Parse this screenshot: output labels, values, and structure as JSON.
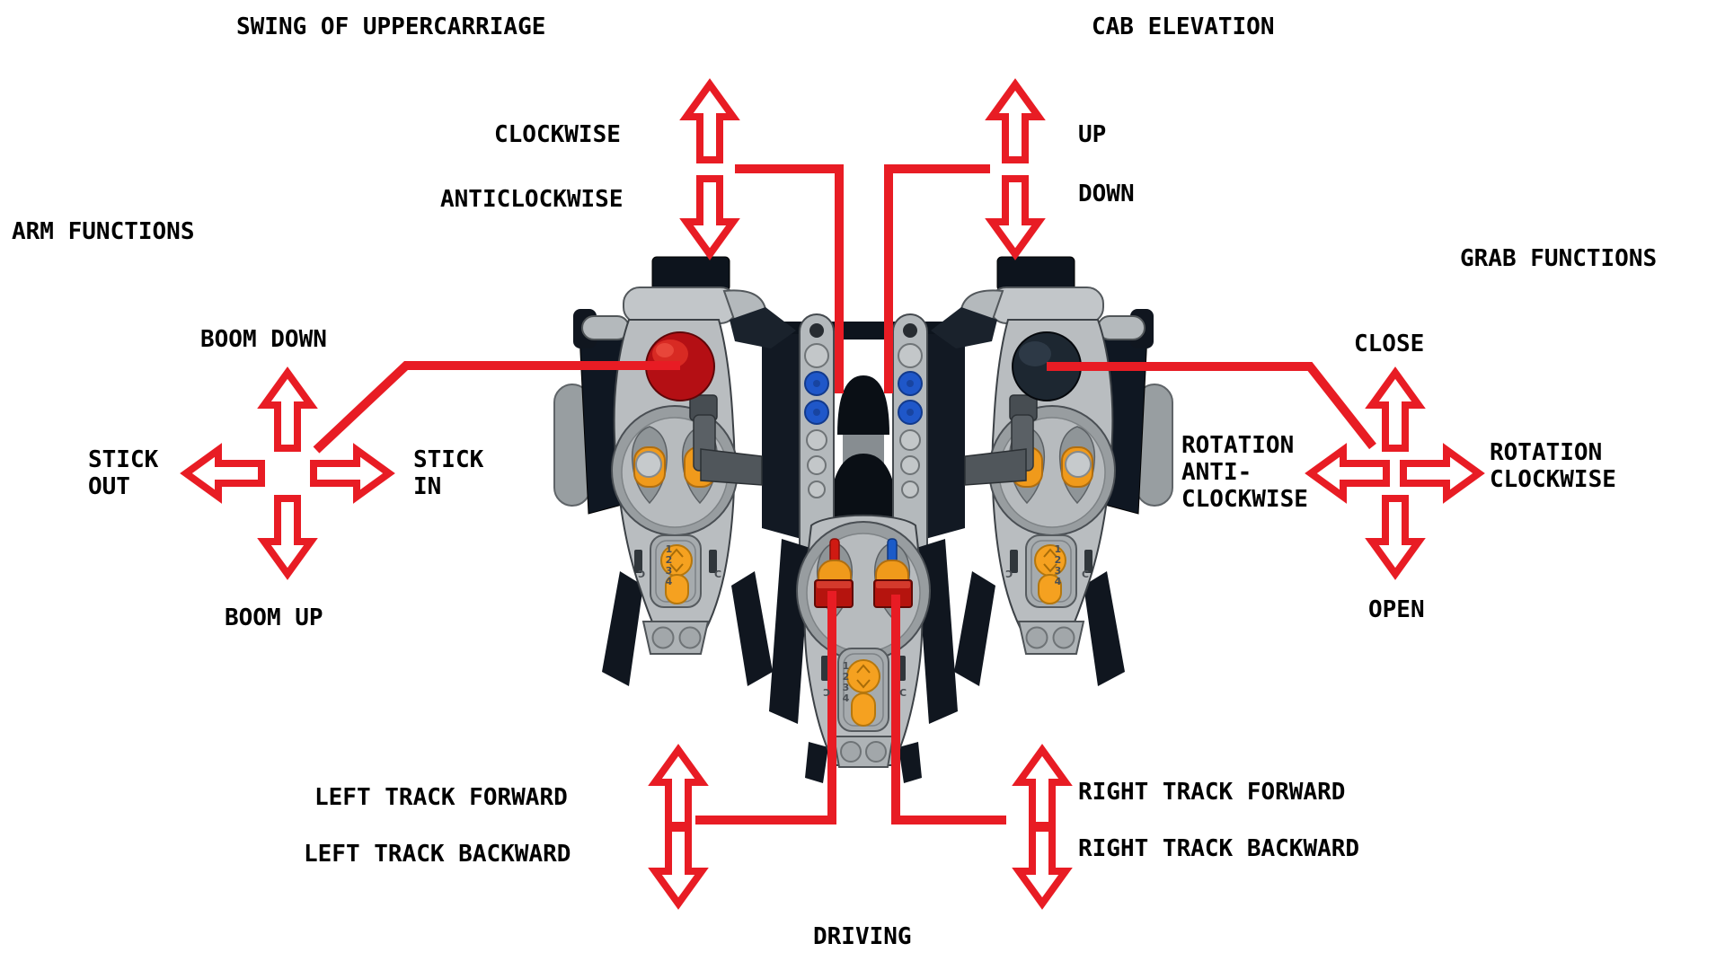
{
  "colors": {
    "annotation_red": "#e81c24",
    "label_text": "#000000",
    "remote_gray": "#b9bdc0",
    "accent_orange": "#f09a1b",
    "knob_red": "#b40f14",
    "knob_black": "#1d2731",
    "pin_blue": "#1f57c9",
    "handle_red": "#b5140e",
    "stem_blue": "#1b5bc8"
  },
  "annotations": {
    "swing": {
      "title": "SWING OF UPPERCARRIAGE",
      "up_label": "CLOCKWISE",
      "down_label": "ANTICLOCKWISE"
    },
    "cab": {
      "title": "CAB ELEVATION",
      "up_label": "UP",
      "down_label": "DOWN"
    },
    "arm": {
      "title": "ARM FUNCTIONS",
      "up_label": "BOOM DOWN",
      "down_label": "BOOM UP",
      "left_label": [
        "STICK",
        "OUT"
      ],
      "right_label": [
        "STICK",
        "IN"
      ]
    },
    "grab": {
      "title": "GRAB FUNCTIONS",
      "up_label": "CLOSE",
      "down_label": "OPEN",
      "left_label": [
        "ROTATION",
        "ANTI-",
        "CLOCKWISE"
      ],
      "right_label": [
        "ROTATION",
        "CLOCKWISE"
      ]
    },
    "driving": {
      "title": "DRIVING",
      "left_up_label": "LEFT TRACK FORWARD",
      "left_down_label": "LEFT TRACK BACKWARD",
      "right_up_label": "RIGHT TRACK FORWARD",
      "right_down_label": "RIGHT TRACK BACKWARD"
    }
  },
  "device": {
    "channel_marks": "1234",
    "connector_mark": "C"
  }
}
